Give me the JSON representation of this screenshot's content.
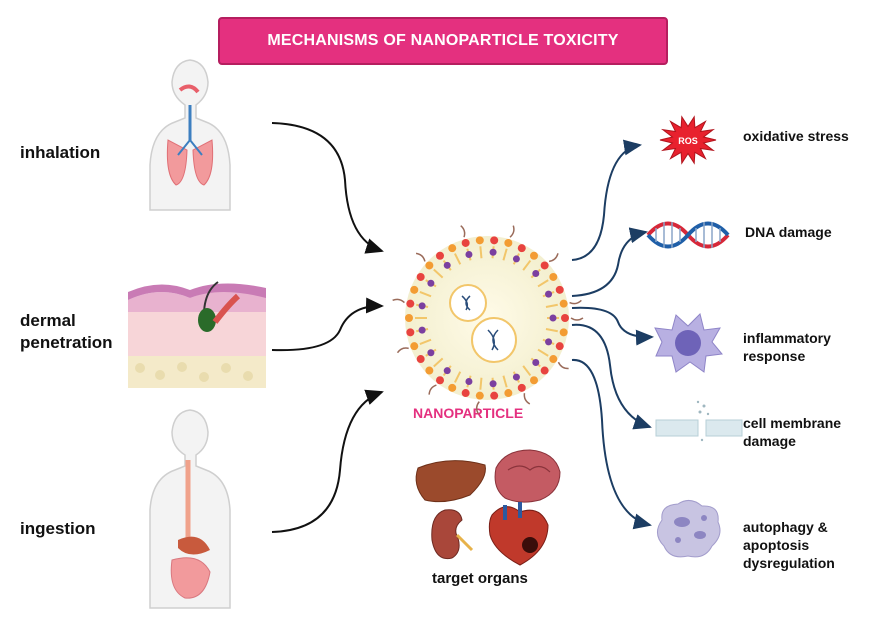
{
  "title": "MECHANISMS OF NANOPARTICLE TOXICITY",
  "routes": [
    {
      "label": "inhalation"
    },
    {
      "label": "dermal penetration"
    },
    {
      "label": "ingestion"
    }
  ],
  "center": {
    "label": "NANOPARTICLE",
    "organs_label": "target organs"
  },
  "effects": [
    {
      "label": "oxidative stress",
      "icon": "ros-burst-icon",
      "icon_text": "ROS"
    },
    {
      "label": "DNA damage",
      "icon": "dna-icon"
    },
    {
      "label": "inflammatory response",
      "icon": "immune-cell-icon"
    },
    {
      "label": "cell membrane damage",
      "icon": "membrane-icon"
    },
    {
      "label": "autophagy & apoptosis dysregulation",
      "icon": "apoptotic-cell-icon"
    }
  ],
  "colors": {
    "title_bg": "#e4307f",
    "accent_pink": "#e4307f",
    "arrow_route": "#111111",
    "arrow_effect": "#1c3d63"
  }
}
